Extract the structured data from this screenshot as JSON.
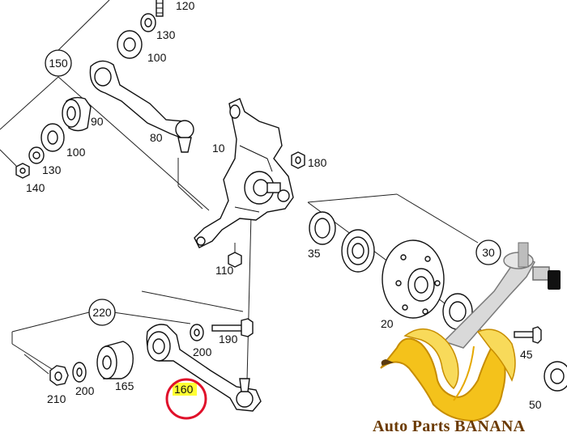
{
  "labels": {
    "p120": "120",
    "p130_top": "130",
    "p100_top": "100",
    "p150": "150",
    "p90": "90",
    "p80": "80",
    "p100_left": "100",
    "p130_left": "130",
    "p140": "140",
    "p10": "10",
    "p180": "180",
    "p35": "35",
    "p110": "110",
    "p30": "30",
    "p20": "20",
    "p220": "220",
    "p190": "190",
    "p200_right": "200",
    "p45": "45",
    "p210": "210",
    "p200_left": "200",
    "p165": "165",
    "p160": "160",
    "p50": "50"
  },
  "watermark": {
    "brand": "Auto Parts BANANA"
  },
  "colors": {
    "highlight": "#ffff33",
    "marker": "#e0102a",
    "banana": "#f4c21b",
    "brand_text": "#6b3a00"
  }
}
